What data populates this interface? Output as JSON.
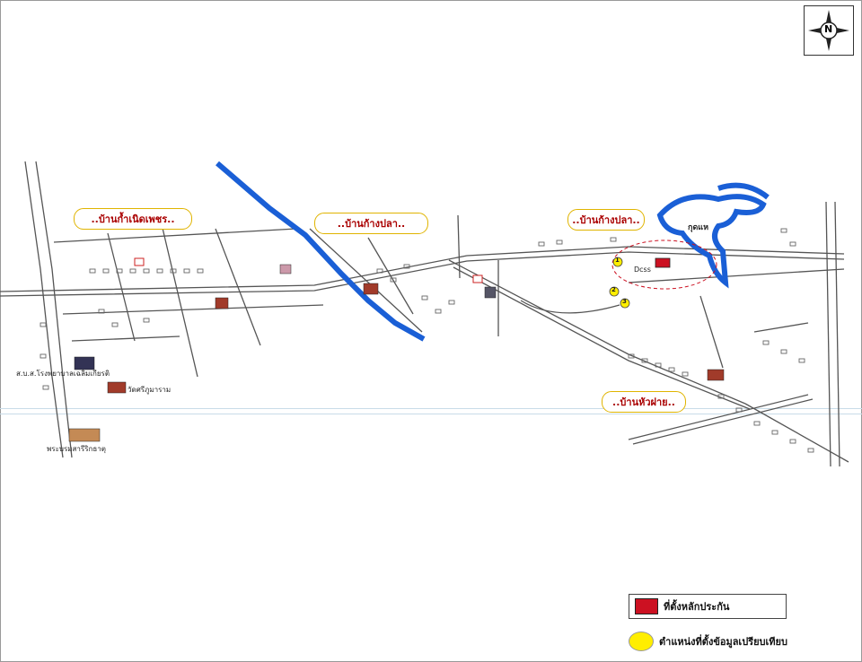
{
  "villages": [
    {
      "label": "..บ้านก้ำเนิดเพชร.."
    },
    {
      "label": "..บ้านก้างปลา.."
    },
    {
      "label": "..บ้านก้างปลา.."
    },
    {
      "label": "..บ้านหัวฝาย.."
    }
  ],
  "features": {
    "pond_label": "กุดแห",
    "school_label": "ส.บ.ส.โรงพยาบาลเฉลิมเกียรติ",
    "temple_label": "วัดศรีภูมาราม",
    "museum_label": "พระบรมสารีริกธาตุ",
    "gap_label": "Dcss"
  },
  "markers": [
    "1",
    "2",
    "3"
  ],
  "compass": {
    "letter": "N"
  },
  "legend": {
    "property_label": "ที่ตั้งหลักประกัน",
    "property_color": "#cc1122",
    "comparison_label": "ตำแหน่งที่ตั้งข้อมูลเปรียบเทียบ",
    "comparison_color": "#ffee00"
  },
  "colors": {
    "river": "#1a5fd6",
    "road": "#555555",
    "highlight": "#cc1122"
  }
}
